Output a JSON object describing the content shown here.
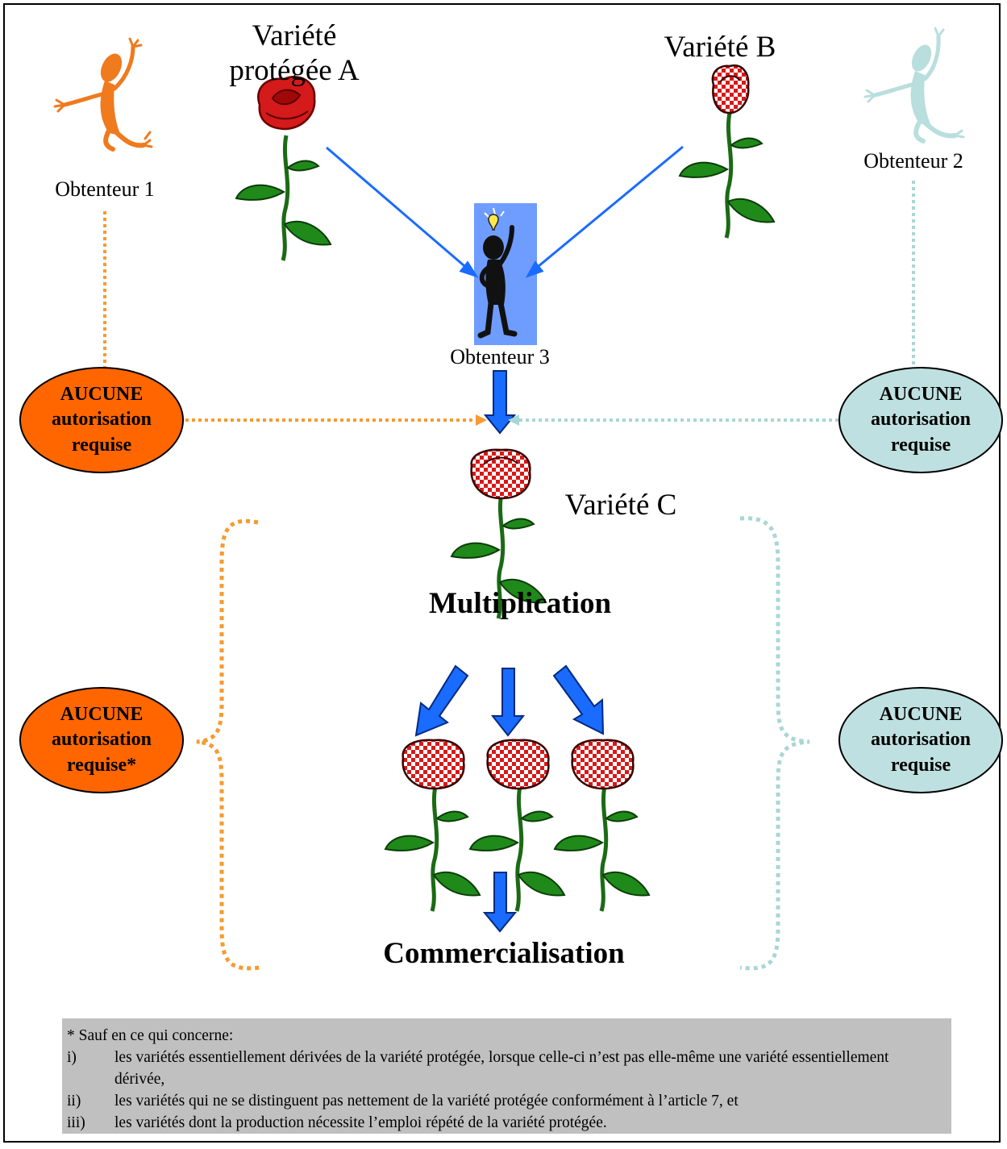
{
  "labels": {
    "variety_a": [
      "Variété",
      "protégée A"
    ],
    "variety_b": "Variété B",
    "variety_c": "Variété C",
    "breeder_1": "Obtenteur 1",
    "breeder_2": "Obtenteur 2",
    "breeder_3": "Obtenteur 3",
    "multiplication": "Multiplication",
    "commercialisation": "Commercialisation"
  },
  "ovals": {
    "left_top": [
      "AUCUNE",
      "autorisation",
      "requise"
    ],
    "right_top": [
      "AUCUNE",
      "autorisation",
      "requise"
    ],
    "left_bottom": [
      "AUCUNE",
      "autorisation",
      "requise*"
    ],
    "right_bottom": [
      "AUCUNE",
      "autorisation",
      "requise"
    ]
  },
  "footnote": {
    "intro": "* Sauf en ce qui concerne:",
    "items": [
      {
        "num": "i)",
        "text": "les variétés essentiellement dérivées de la variété protégée, lorsque celle-ci n’est pas elle-même une variété essentiellement dérivée,"
      },
      {
        "num": "ii)",
        "text": "les variétés qui ne se distinguent pas nettement de la variété protégée conformément à l’article 7, et"
      },
      {
        "num": "iii)",
        "text": "les variétés dont la production nécessite l’emploi répété de la variété protégée."
      }
    ]
  },
  "colors": {
    "orange": "#ff6600",
    "orange_dots": "#f79a2f",
    "light_blue": "#bfe0e0",
    "light_blue_dots": "#a9d6d6",
    "arrow_blue": "#1a6bff",
    "person_bg": "#6f9cff"
  }
}
